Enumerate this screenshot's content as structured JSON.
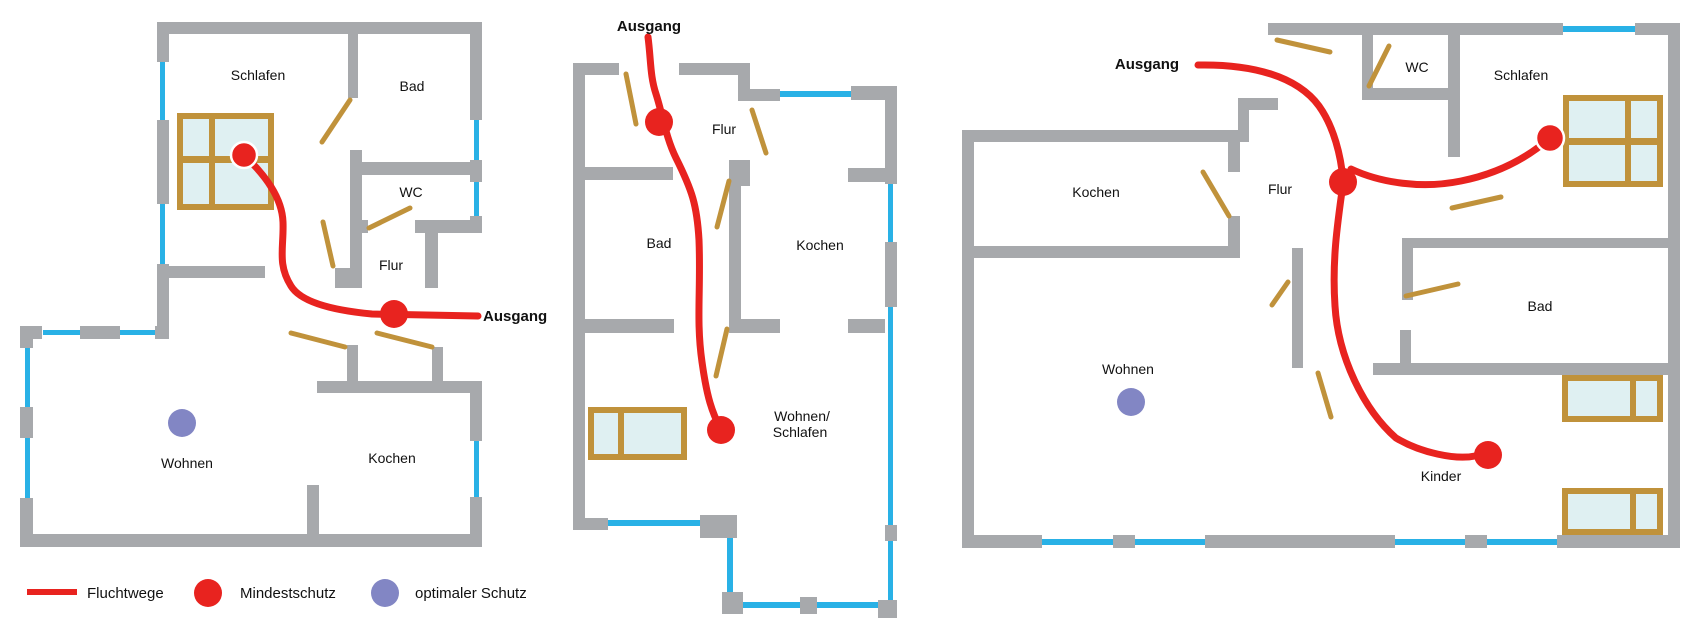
{
  "colors": {
    "wall": "#A7A9AC",
    "window": "#29B1E6",
    "door": "#C0923B",
    "furniture": "#C0923B",
    "bed_fill": "#DFF0F2",
    "route": "#E8231F",
    "min_protection": "#E8231F",
    "optimal_protection": "#8286C4",
    "label": "#111111"
  },
  "plans": {
    "plan1": {
      "exit_label": "Ausgang",
      "rooms": {
        "schlafen": "Schlafen",
        "bad": "Bad",
        "wc": "WC",
        "flur": "Flur",
        "wohnen": "Wohnen",
        "kochen": "Kochen"
      }
    },
    "plan2": {
      "exit_label": "Ausgang",
      "rooms": {
        "flur": "Flur",
        "bad": "Bad",
        "kochen": "Kochen",
        "wohnen_schlafen_line1": "Wohnen/",
        "wohnen_schlafen_line2": "Schlafen"
      }
    },
    "plan3": {
      "exit_label": "Ausgang",
      "rooms": {
        "kochen": "Kochen",
        "flur": "Flur",
        "wc": "WC",
        "schlafen": "Schlafen",
        "bad": "Bad",
        "wohnen": "Wohnen",
        "kinder": "Kinder"
      }
    }
  },
  "legend": {
    "items": [
      {
        "label": "Fluchtwege",
        "type": "line"
      },
      {
        "label": "Mindestschutz",
        "type": "circle-red"
      },
      {
        "label": "optimaler Schutz",
        "type": "circle-purple"
      }
    ]
  }
}
